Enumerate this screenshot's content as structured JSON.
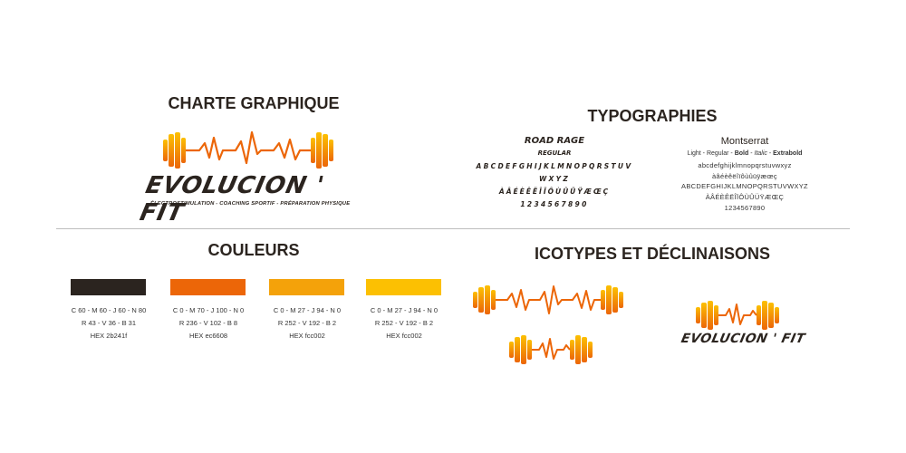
{
  "headings": {
    "charte": "CHARTE GRAPHIQUE",
    "typographies": "TYPOGRAPHIES",
    "couleurs": "COULEURS",
    "icotypes": "ICOTYPES ET DÉCLINAISONS"
  },
  "logo": {
    "name": "EVOLUCION ' FIT",
    "tagline": "ÉLECTROSTIMULATION - COACHING SPORTIF - PRÉPARATION PHYSIQUE",
    "small_name": "EVOLUCION ' FIT"
  },
  "typo_road_rage": {
    "name": "ROAD RAGE",
    "style": "REGULAR",
    "alphabet_1": "ABCDEFGHIJKLMNOPQRSTUV",
    "alphabet_2": "WXYZ",
    "accents": "ÀÂÉÈÊËÎÏÔÙÛÜŸÆŒÇ",
    "digits": "1234567890"
  },
  "typo_montserrat": {
    "name": "Montserrat",
    "weights_plain": "Light - Regular - ",
    "weights_bold": "Bold",
    "weights_sep": " - ",
    "weights_italic": "Italic",
    "weights_sep2": " - ",
    "weights_extrabold": "Extrabold",
    "lower": "abcdefghijklmnopqrstuvwxyz",
    "lower_accents": "àâéèêëîïôùûüÿæœç",
    "upper": "ABCDEFGHIJKLMNOPQRSTUVWXYZ",
    "upper_accents": "ÀÂÉÈÊËÎÏÔÙÛÜŸÆŒÇ",
    "digits": "1234567890"
  },
  "colors": [
    {
      "hex_color": "#2b241f",
      "cmjn": "C 60 - M 60 - J 60 - N 80",
      "rvb": "R 43 - V 36  - B 31",
      "hex": "HEX 2b241f"
    },
    {
      "hex_color": "#ec6608",
      "cmjn": "C 0 - M 70 - J 100 - N 0",
      "rvb": "R 236 - V 102  - B 8",
      "hex": "HEX ec6608"
    },
    {
      "hex_color": "#f4a20a",
      "cmjn": "C 0 - M 27 - J 94 - N 0",
      "rvb": "R 252 - V 192  - B 2",
      "hex": "HEX fcc002"
    },
    {
      "hex_color": "#fcc002",
      "cmjn": "C 0 - M 27 - J 94 - N 0",
      "rvb": "R 252 - V 192  - B 2",
      "hex": "HEX fcc002"
    }
  ],
  "palette": {
    "dark": "#2b241f",
    "orange": "#ec6608",
    "amber": "#f4a20a",
    "yellow": "#fcc002"
  }
}
